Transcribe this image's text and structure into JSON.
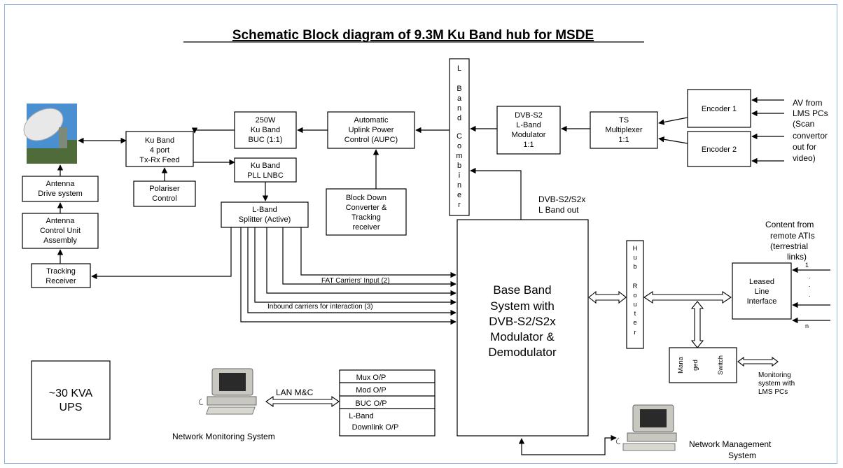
{
  "title": "Schematic Block diagram of 9.3M Ku Band hub for MSDE",
  "blocks": {
    "antenna_drive": [
      "Antenna",
      "Drive system"
    ],
    "antenna_control": [
      "Antenna",
      "Control Unit",
      "Assembly"
    ],
    "tracking_receiver": [
      "Tracking",
      "Receiver"
    ],
    "feed": [
      "Ku Band",
      "4 port",
      "Tx-Rx Feed"
    ],
    "polariser": [
      "Polariser",
      "Control"
    ],
    "buc": [
      "250W",
      "Ku Band",
      "BUC (1:1)"
    ],
    "lnbc": [
      "Ku Band",
      "PLL LNBC"
    ],
    "splitter": [
      "L-Band",
      "Splitter (Active)"
    ],
    "aupc": [
      "Automatic",
      "Uplink Power",
      "Control (AUPC)"
    ],
    "bdc": [
      "Block Down",
      "Converter &",
      "Tracking",
      "receiver"
    ],
    "combiner": [
      "L",
      "B",
      "a",
      "n",
      "d",
      "C",
      "o",
      "m",
      "b",
      "i",
      "n",
      "e",
      "r"
    ],
    "modulator": [
      "DVB-S2",
      "L-Band",
      "Modulator",
      "1:1"
    ],
    "ts_mux": [
      "TS",
      "Multiplexer",
      "1:1"
    ],
    "encoder1": "Encoder 1",
    "encoder2": "Encoder 2",
    "baseband": [
      "Base Band",
      "System with",
      "DVB-S2/S2x",
      "Modulator &",
      "Demodulator"
    ],
    "hub_router": [
      "H",
      "u",
      "b",
      "R",
      "o",
      "u",
      "t",
      "e",
      "r"
    ],
    "leased_line": [
      "Leased",
      "Line",
      "Interface"
    ],
    "managed_switch": [
      "Mana",
      "ged",
      "Switch"
    ],
    "ups": [
      "~30 KVA",
      "UPS"
    ],
    "outputs": [
      "Mux O/P",
      "Mod O/P",
      "BUC O/P",
      "L-Band",
      "Downlink O/P"
    ]
  },
  "labels": {
    "av_from": [
      "AV from",
      "LMS PCs",
      "(Scan",
      "convertor",
      "out for",
      "video)"
    ],
    "dvb_out": [
      "DVB-S2/S2x",
      "L Band out"
    ],
    "content_from": [
      "Content from",
      "remote ATIs",
      "(terrestrial",
      "links)"
    ],
    "fat_carriers": "FAT Carriers' Input (2)",
    "inbound": "Inbound carriers for interaction (3)",
    "lan": "LAN M&C",
    "nms": "Network Monitoring System",
    "nmgmt": [
      "Network Management",
      "System"
    ],
    "monitoring": [
      "Monitoring",
      "system with",
      "LMS PCs"
    ],
    "link_1": "1",
    "link_n": "n",
    "link_dots": [
      ".",
      ".",
      "."
    ]
  },
  "colors": {
    "frame": "#8fb6e6",
    "sky": "#4a90d0",
    "dish": "#e8e8e8",
    "tree": "#4f6b3a",
    "computer": "#c8c8c0",
    "screen": "#2a2a2a"
  },
  "icons": [
    "antenna-dish-image",
    "computer-icon"
  ]
}
